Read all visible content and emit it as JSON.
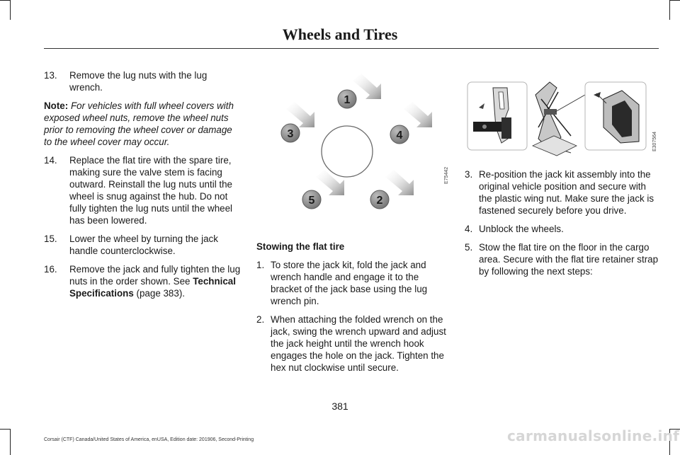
{
  "header": {
    "title": "Wheels and Tires"
  },
  "left_column": {
    "step13": {
      "num": "13.",
      "text": "Remove the lug nuts with the lug wrench."
    },
    "note": {
      "label": "Note:",
      "text": "For vehicles with full wheel covers with exposed wheel nuts, remove the wheel nuts prior to removing the wheel cover or damage to the wheel cover may occur."
    },
    "step14": {
      "num": "14.",
      "text": "Replace the flat tire with the spare tire, making sure the valve stem is facing outward. Reinstall the lug nuts until the wheel is snug against the hub. Do not fully tighten the lug nuts until the wheel has been lowered."
    },
    "step15": {
      "num": "15.",
      "text": "Lower the wheel by turning the jack handle counterclockwise."
    },
    "step16": {
      "num": "16.",
      "text_a": "Remove the jack and fully tighten the lug nuts in the order shown. See ",
      "link": "Technical Specifications",
      "text_b": " (page 383)."
    }
  },
  "lug_figure": {
    "labels": [
      "1",
      "2",
      "3",
      "4",
      "5"
    ],
    "code": "E75442"
  },
  "middle_column": {
    "heading": "Stowing the flat tire",
    "step1": {
      "num": "1.",
      "text": "To store the jack kit, fold the jack and wrench handle and engage it to the bracket of the jack base using the lug wrench pin."
    },
    "step2": {
      "num": "2.",
      "text": "When attaching the folded wrench on the jack, swing the wrench upward and adjust the jack height until the wrench hook engages the hole on the jack. Tighten the hex nut clockwise until secure."
    }
  },
  "jack_figure": {
    "code": "E307564"
  },
  "right_column": {
    "step3": {
      "num": "3.",
      "text": "Re-position the jack kit assembly into the original vehicle position and secure with the plastic wing nut. Make sure the jack is fastened securely before you drive."
    },
    "step4": {
      "num": "4.",
      "text": "Unblock the wheels."
    },
    "step5": {
      "num": "5.",
      "text": "Stow the flat tire on the floor in the cargo area. Secure with the flat tire retainer strap by following the next steps:"
    }
  },
  "footer": {
    "page_number": "381",
    "edition": "Corsair (CTF) Canada/United States of America, enUSA, Edition date: 201906, Second-Printing",
    "watermark": "carmanualsonline.info"
  },
  "colors": {
    "text": "#1a1a1a",
    "badge": "#8a8a8a",
    "arrow": "#9a9a9a"
  }
}
